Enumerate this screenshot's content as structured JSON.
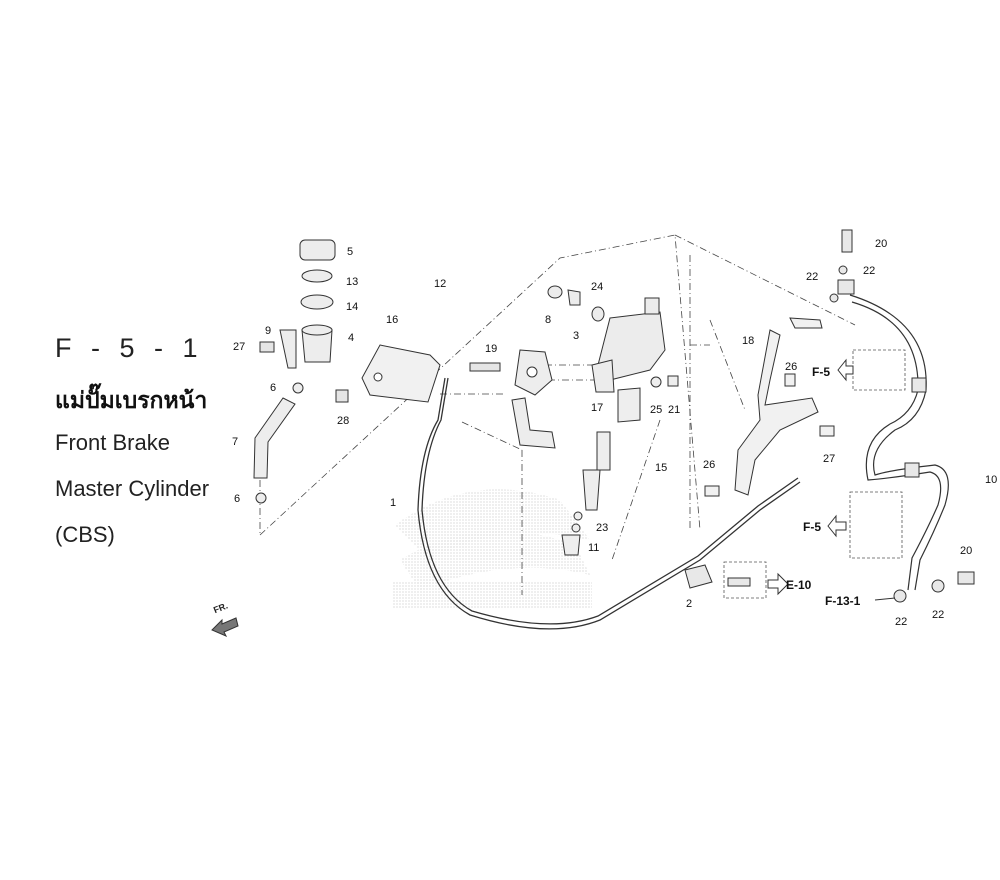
{
  "title": {
    "code": "F - 5 - 1",
    "thai": "แม่ปั๊มเบรกหน้า",
    "line1": "Front Brake",
    "line2": "Master Cylinder",
    "line3": "(CBS)"
  },
  "callouts": {
    "p1": "1",
    "p2": "2",
    "p3": "3",
    "p4": "4",
    "p5": "5",
    "p6a": "6",
    "p6b": "6",
    "p7": "7",
    "p8": "8",
    "p9": "9",
    "p10": "10",
    "p11": "11",
    "p12": "12",
    "p13": "13",
    "p14": "14",
    "p15": "15",
    "p16": "16",
    "p17": "17",
    "p18": "18",
    "p19": "19",
    "p20a": "20",
    "p20b": "20",
    "p21": "21",
    "p22a": "22",
    "p22b": "22",
    "p22c": "22",
    "p22d": "22",
    "p23": "23",
    "p24": "24",
    "p25": "25",
    "p26a": "26",
    "p26b": "26",
    "p27a": "27",
    "p27b": "27",
    "p28": "28"
  },
  "references": {
    "f5_upper": "F-5",
    "f5_lower": "F-5",
    "e10": "E-10",
    "f13": "F-13-1"
  },
  "direction_label": "FR.",
  "watermark_text": "HONDA",
  "colors": {
    "line": "#333333",
    "part_fill": "#e9e9e9",
    "shade": "#bdbdbd"
  }
}
